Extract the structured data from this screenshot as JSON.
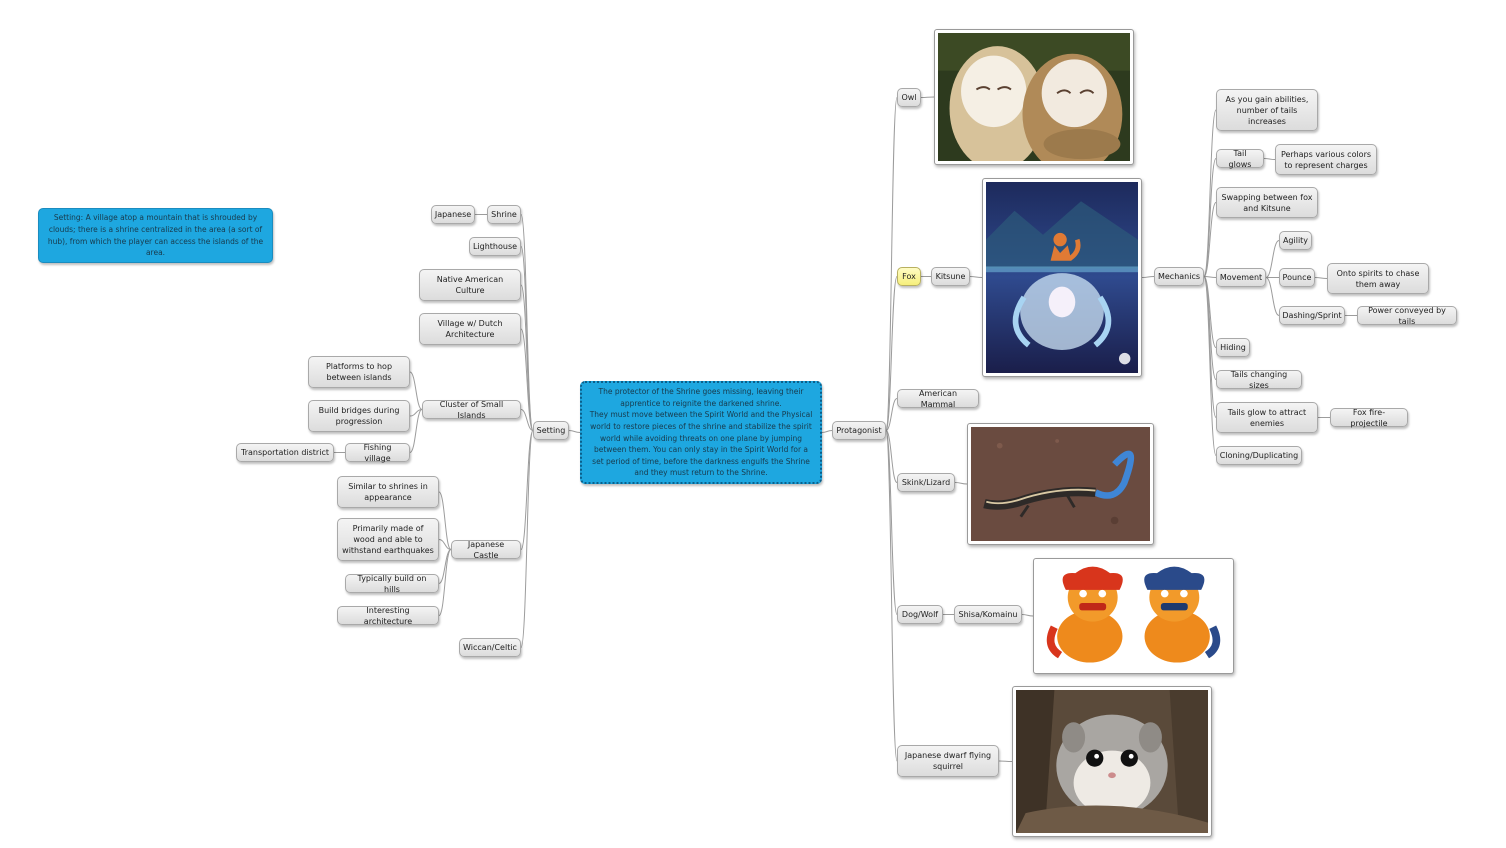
{
  "note": "Setting: A village atop a mountain that is shrouded by clouds; there is a shrine centralized in the area (a sort of hub), from which the player can access the islands of the area.",
  "central": "The protector of the Shrine goes missing, leaving their apprentice to reignite the darkened shrine.\nThey must move between the Spirit World and the Physical world to restore pieces of the shrine and stabilize the spirit world while avoiding threats on one plane by jumping between them. You can only stay in the Spirit World for a set period of time, before the darkness engulfs the Shrine and they must return to the Shrine.",
  "setting": {
    "label": "Setting",
    "shrine": "Shrine",
    "japanese": "Japanese",
    "lighthouse": "Lighthouse",
    "native": "Native American Culture",
    "village": "Village w/ Dutch Architecture",
    "cluster": "Cluster of Small Islands",
    "platforms": "Platforms to hop between islands",
    "bridges": "Build bridges during progression",
    "fishing": "Fishing village",
    "transport": "Transportation district",
    "castle": "Japanese Castle",
    "similar": "Similar to shrines in appearance",
    "wood": "Primarily made of wood and able to withstand earthquakes",
    "hills": "Typically build on hills",
    "interesting": "Interesting architecture",
    "wiccan": "Wiccan/Celtic"
  },
  "protagonist": {
    "label": "Protagonist",
    "owl": "Owl",
    "fox": "Fox",
    "kitsune": "Kitsune",
    "american": "American Mammal",
    "skink": "Skink/Lizard",
    "dog": "Dog/Wolf",
    "shisa": "Shisa/Komainu",
    "squirrel": "Japanese dwarf flying squirrel"
  },
  "mechanics": {
    "label": "Mechanics",
    "tails_inc": "As you gain abilities, number of tails increases",
    "tail_glows": "Tail glows",
    "colors": "Perhaps various colors to represent charges",
    "swap": "Swapping between fox and Kitsune",
    "movement": "Movement",
    "agility": "Agility",
    "pounce": "Pounce",
    "onto": "Onto spirits to chase them away",
    "dash": "Dashing/Sprint",
    "power": "Power conveyed by tails",
    "hiding": "Hiding",
    "sizes": "Tails changing sizes",
    "attract": "Tails glow to attract enemies",
    "firefox": "Fox fire- projectile",
    "cloning": "Cloning/Duplicating"
  },
  "images": {
    "owl": "owl-photo",
    "kitsune": "kitsune-illustration",
    "skink": "skink-photo",
    "shisa": "shisa-illustration",
    "squirrel": "flying-squirrel-photo"
  },
  "colors": {
    "central": "#1ea7e0",
    "highlight": "#f6ef7c",
    "link": "#9c9c9c"
  }
}
